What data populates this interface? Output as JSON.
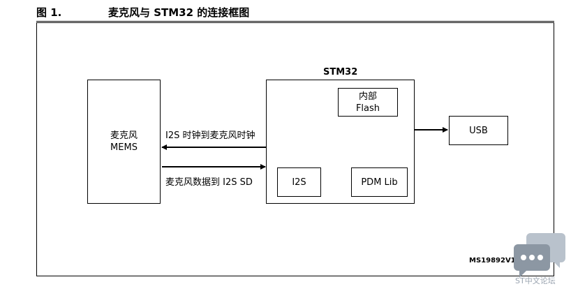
{
  "figure": {
    "number": "图 1.",
    "title": "麦克风与 STM32 的连接框图",
    "reference_code": "MS19892V1"
  },
  "microphone": {
    "line1": "麦克风",
    "line2": "MEMS"
  },
  "stm32": {
    "title": "STM32",
    "flash_line1": "内部",
    "flash_line2": "Flash",
    "i2s": "I2S",
    "pdm_lib": "PDM Lib"
  },
  "usb": {
    "label": "USB"
  },
  "signals": {
    "clock": "I2S 时钟到麦克风时钟",
    "data": "麦克风数据到 I2S SD"
  },
  "watermark": {
    "text": "ST中文论坛"
  }
}
